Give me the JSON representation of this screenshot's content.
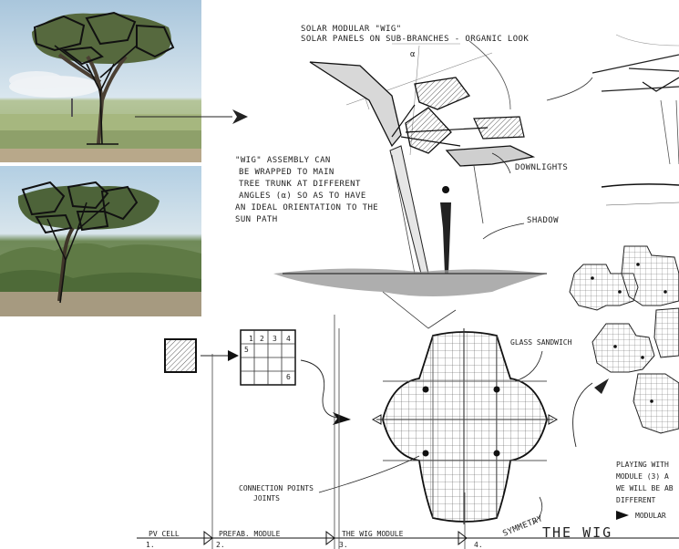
{
  "title": {
    "line1": "SOLAR MODULAR \"WIG\"",
    "line2": "SOLAR PANELS ON SUB-BRANCHES - ORGANIC LOOK"
  },
  "alpha_label": "α",
  "assembly_note": [
    "\"WIG\" ASSEMBLY CAN",
    "BE WRAPPED TO MAIN",
    "TREE TRUNK AT DIFFERENT",
    "ANGLES (α) SO AS TO HAVE",
    "AN IDEAL ORIENTATION TO THE",
    "SUN PATH"
  ],
  "labels": {
    "downlights": "DOWNLIGHTS",
    "shadow": "SHADOW",
    "glass_sandwich": "GLASS SANDWICH",
    "connection": [
      "CONNECTION POINTS",
      "JOINTS"
    ],
    "symmetry": "SYMMETRY",
    "the_wig": "THE WIG",
    "playing": [
      "PLAYING WITH",
      "MODULE (3) A",
      "WE WILL BE AB",
      "DIFFERENT",
      "MODULAR"
    ]
  },
  "grid_numbers": [
    "1",
    "2",
    "3",
    "4",
    "5",
    "6"
  ],
  "timeline": [
    {
      "label": "PV CELL",
      "num": "1."
    },
    {
      "label": "PREFAB. MODULE",
      "num": "2."
    },
    {
      "label": "THE WIG MODULE",
      "num": "3."
    },
    {
      "label": "",
      "num": "4."
    }
  ]
}
